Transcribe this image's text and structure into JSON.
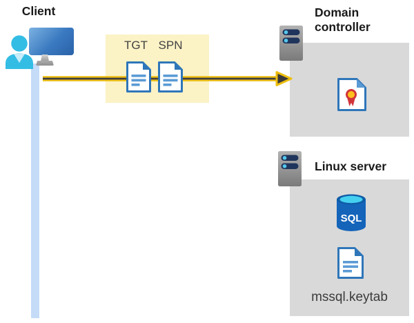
{
  "client": {
    "label": "Client"
  },
  "tickets": {
    "tgt_label": "TGT",
    "spn_label": "SPN"
  },
  "domain_controller": {
    "label": "Domain controller"
  },
  "linux_server": {
    "label": "Linux server",
    "sql_badge_text": "SQL",
    "keytab_label": "mssql.keytab"
  },
  "icons": {
    "client": "user-at-computer-icon",
    "ticket_documents": "document-icon",
    "domain_controller": "server-icon",
    "certificate": "certificate-icon",
    "linux_server": "server-icon",
    "database": "sql-database-icon",
    "keytab": "document-icon"
  },
  "colors": {
    "arrow_yellow": "#edbe0e",
    "arrow_core_dark": "#3e3e40",
    "ticket_box_yellow": "#fbf2c6",
    "zone_box_gray": "#d9d9d9",
    "client_line_blue": "#c5dcf8",
    "document_blue": "#2e76b9",
    "sql_blue": "#1464ba",
    "sql_cyan": "#45d0f0",
    "person_cyan": "#33bde5"
  }
}
